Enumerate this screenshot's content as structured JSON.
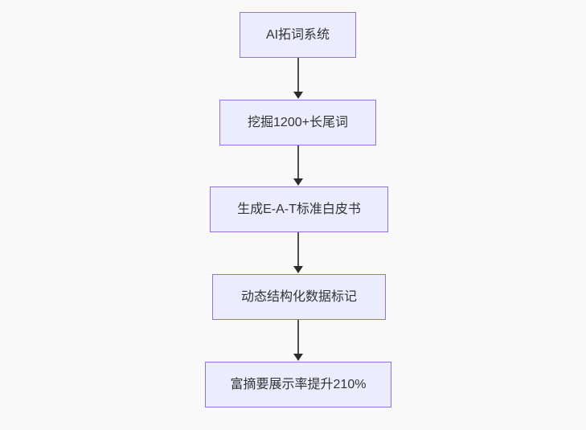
{
  "diagram": {
    "type": "flowchart-vertical",
    "background_color": "#f9f9f9",
    "node_fill_color": "#ececff",
    "node_border_color": "#9370db",
    "node_text_color": "#333333",
    "arrow_line_color": "#4d4d4d",
    "arrow_head_color": "#2b2b2b",
    "nodes": [
      {
        "id": "1",
        "label": "AI拓词系统"
      },
      {
        "id": "2",
        "label": "挖掘1200+长尾词"
      },
      {
        "id": "3",
        "label": "生成E-A-T标准白皮书"
      },
      {
        "id": "4",
        "label": "动态结构化数据标记"
      },
      {
        "id": "5",
        "label": "富摘要展示率提升210%"
      }
    ],
    "edges": [
      {
        "from": "1",
        "to": "2"
      },
      {
        "from": "2",
        "to": "3"
      },
      {
        "from": "3",
        "to": "4"
      },
      {
        "from": "4",
        "to": "5"
      }
    ]
  }
}
